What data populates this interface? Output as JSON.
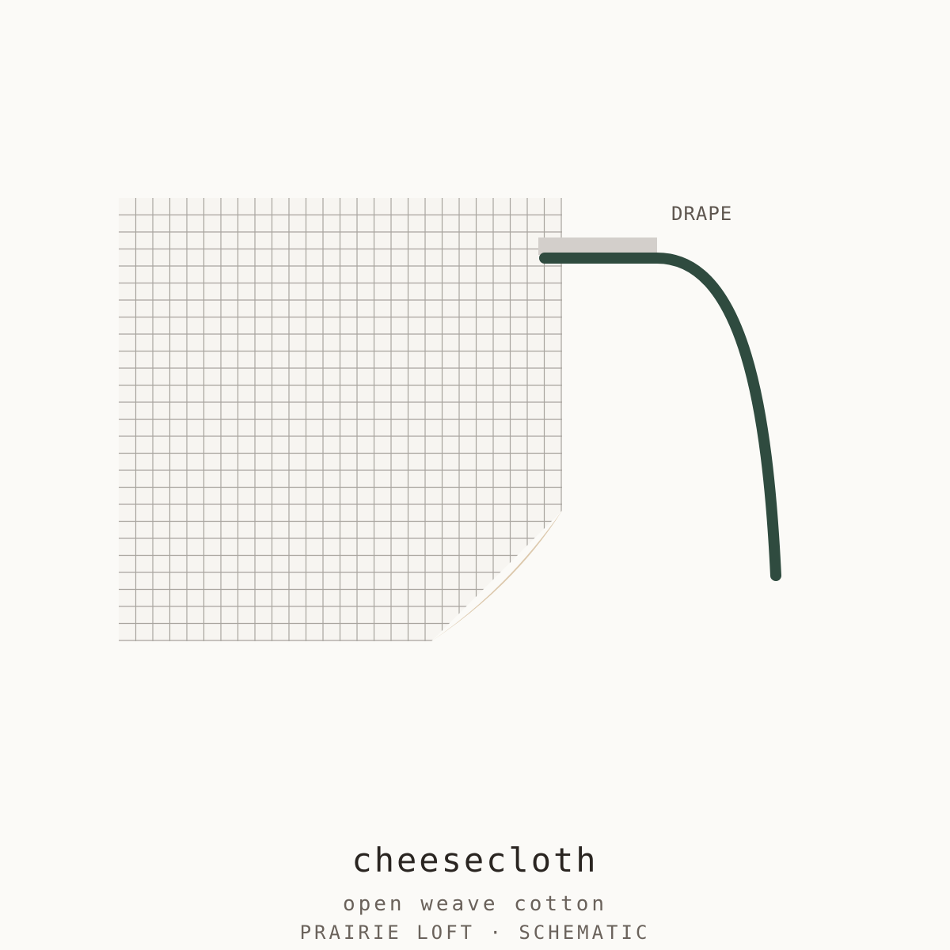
{
  "colors": {
    "background": "#fbfaf7",
    "swatch_fill": "#f7f5f1",
    "grid_line": "#a9a59f",
    "curl": "#dcc8ac",
    "clip_bar": "#d3cfcb",
    "drape_line": "#2f4b3f"
  },
  "labels": {
    "drape": "DRAPE"
  },
  "footer": {
    "title": "cheesecloth",
    "subtitle": "open weave cotton",
    "tagline": "PRAIRIE LOFT · SCHEMATIC"
  }
}
